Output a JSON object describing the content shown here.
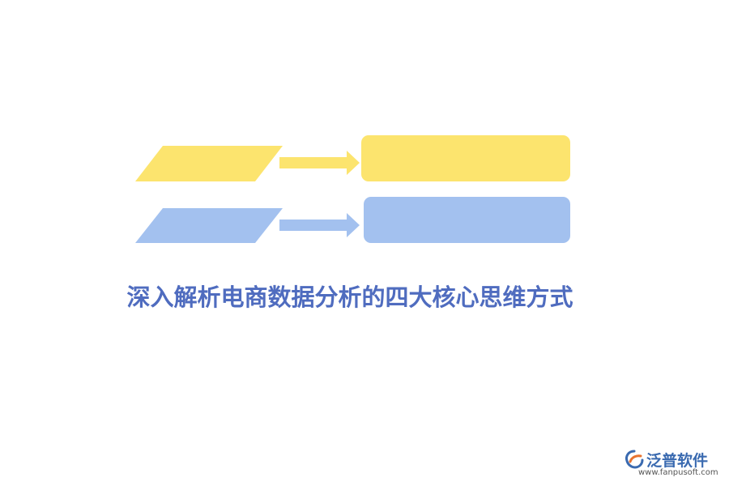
{
  "title": "深入解析电商数据分析的四大核心思维方式",
  "logo": {
    "name": "泛普软件",
    "url": "www.fanpusoft.com"
  },
  "colors": {
    "yellow": "#fce46e",
    "blue": "#a3c1ef",
    "title": "#4f6cbf",
    "logo_name": "#3a6ab0",
    "logo_orange": "#e8732f",
    "logo_url": "#555555"
  },
  "rows": [
    {
      "color": "yellow"
    },
    {
      "color": "blue"
    }
  ]
}
